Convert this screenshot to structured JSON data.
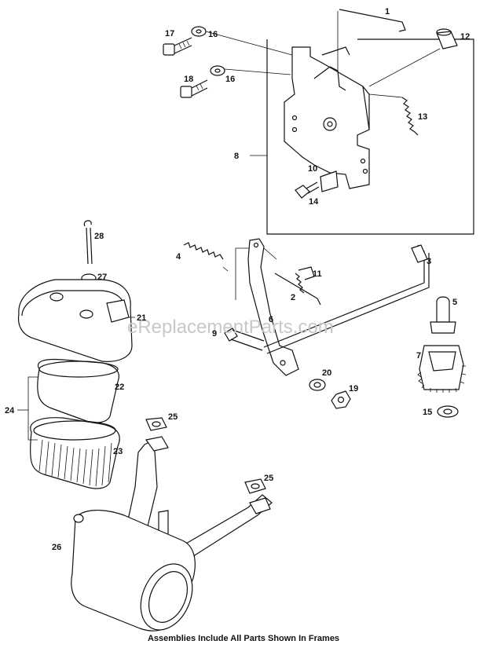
{
  "caption": "Assemblies Include All Parts Shown In Frames",
  "watermark": "eReplacementParts.com",
  "part_numbers": [
    "1",
    "12",
    "17",
    "16",
    "18",
    "16",
    "13",
    "8",
    "10",
    "14",
    "28",
    "4",
    "11",
    "3",
    "2",
    "27",
    "5",
    "21",
    "6",
    "9",
    "7",
    "20",
    "19",
    "22",
    "24",
    "15",
    "25",
    "23",
    "25",
    "26"
  ]
}
